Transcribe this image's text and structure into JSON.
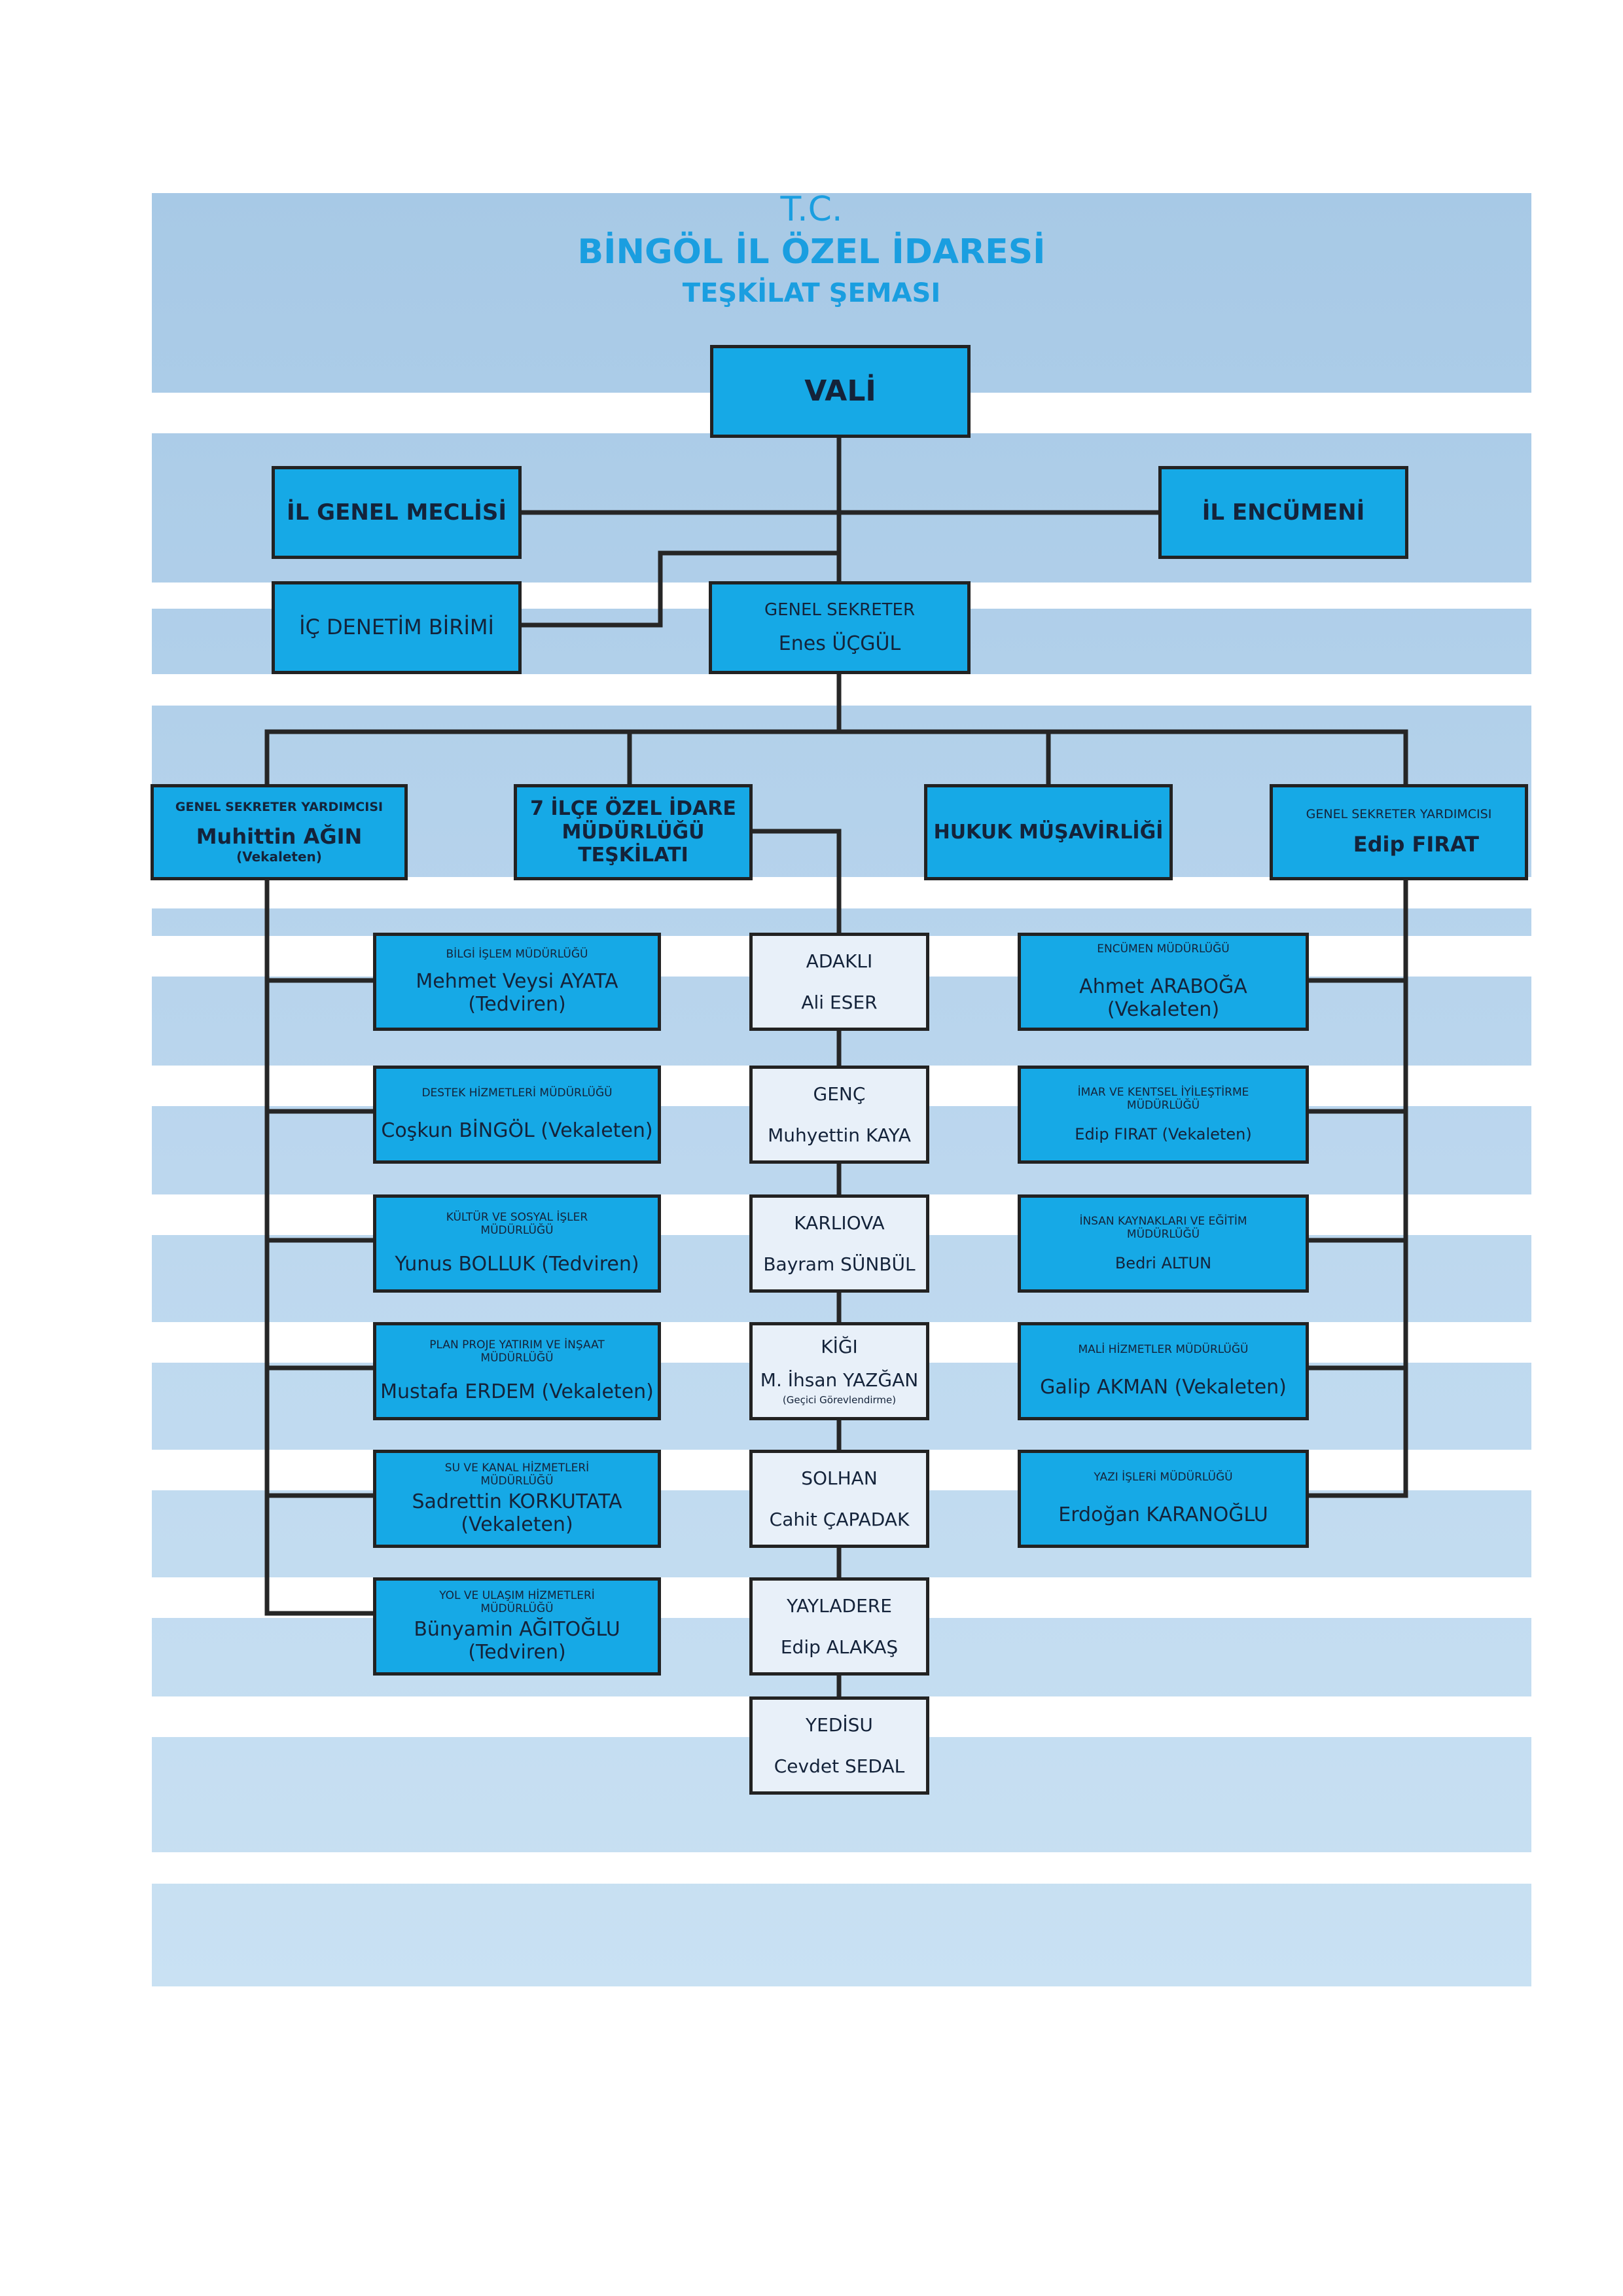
{
  "header": {
    "line1": "T.C.",
    "line2": "BİNGÖL İL ÖZEL İDARESİ",
    "line3": "TEŞKİLAT ŞEMASI"
  },
  "top": {
    "vali": "VALİ",
    "il_genel_meclisi": "İL GENEL MECLİSİ",
    "il_encumeni": "İL ENCÜMENİ",
    "ic_denetim": "İÇ DENETİM BİRİMİ",
    "genel_sekreter": {
      "title": "GENEL SEKRETER",
      "name": "Enes ÜÇGÜL"
    }
  },
  "level2": {
    "gsy_left": {
      "title": "GENEL SEKRETER YARDIMCISI",
      "name": "Muhittin AĞIN",
      "note": "(Vekaleten)"
    },
    "ilce": {
      "line1": "7 İLÇE ÖZEL İDARE",
      "line2": "MÜDÜRLÜĞÜ",
      "line3": "TEŞKİLATI"
    },
    "hukuk": "HUKUK MÜŞAVİRLİĞİ",
    "gsy_right": {
      "title": "GENEL SEKRETER YARDIMCISI",
      "name": "Edip FIRAT"
    }
  },
  "left_units": [
    {
      "title": [
        "BİLGİ İŞLEM MÜDÜRLÜĞÜ"
      ],
      "name": [
        "Mehmet Veysi AYATA",
        "(Tedviren)"
      ]
    },
    {
      "title": [
        "DESTEK HİZMETLERİ MÜDÜRLÜĞÜ"
      ],
      "name": [
        "Coşkun BİNGÖL (Vekaleten)"
      ]
    },
    {
      "title": [
        "KÜLTÜR VE SOSYAL İŞLER",
        "MÜDÜRLÜĞÜ"
      ],
      "name": [
        "Yunus BOLLUK (Tedviren)"
      ]
    },
    {
      "title": [
        "PLAN PROJE YATIRIM VE İNŞAAT",
        "MÜDÜRLÜĞÜ"
      ],
      "name": [
        "Mustafa ERDEM (Vekaleten)"
      ]
    },
    {
      "title": [
        "SU VE KANAL HİZMETLERİ",
        "MÜDÜRLÜĞÜ"
      ],
      "name": [
        "Sadrettin KORKUTATA",
        "(Vekaleten)"
      ]
    },
    {
      "title": [
        "YOL VE ULAŞIM HİZMETLERİ",
        "MÜDÜRLÜĞÜ"
      ],
      "name": [
        "Bünyamin AĞITOĞLU",
        "(Tedviren)"
      ]
    }
  ],
  "ilce_units": [
    {
      "district": "ADAKLI",
      "name": "Ali ESER",
      "note": ""
    },
    {
      "district": "GENÇ",
      "name": "Muhyettin KAYA",
      "note": ""
    },
    {
      "district": "KARLIOVA",
      "name": "Bayram SÜNBÜL",
      "note": ""
    },
    {
      "district": "KİĞI",
      "name": "M. İhsan YAZĞAN",
      "note": "(Geçici Görevlendirme)"
    },
    {
      "district": "SOLHAN",
      "name": "Cahit ÇAPADAK",
      "note": ""
    },
    {
      "district": "YAYLADERE",
      "name": "Edip ALAKAŞ",
      "note": ""
    },
    {
      "district": "YEDİSU",
      "name": "Cevdet SEDAL",
      "note": ""
    }
  ],
  "right_units": [
    {
      "title": [
        "ENCÜMEN MÜDÜRLÜĞÜ"
      ],
      "name": [
        "Ahmet ARABOĞA (Vekaleten)"
      ]
    },
    {
      "title": [
        "İMAR VE KENTSEL İYİLEŞTİRME",
        "MÜDÜRLÜĞÜ"
      ],
      "name": [
        "Edip FIRAT (Vekaleten)"
      ]
    },
    {
      "title": [
        "İNSAN KAYNAKLARI VE EĞİTİM",
        "MÜDÜRLÜĞÜ"
      ],
      "name": [
        "Bedri ALTUN"
      ]
    },
    {
      "title": [
        "MALİ HİZMETLER MÜDÜRLÜĞÜ"
      ],
      "name": [
        "Galip AKMAN (Vekaleten)"
      ]
    },
    {
      "title": [
        "YAZI İŞLERİ MÜDÜRLÜĞÜ"
      ],
      "name": [
        "Erdoğan KARANOĞLU"
      ]
    }
  ],
  "colors": {
    "box_blue": "#16a9e6",
    "box_light": "#e8f0f9",
    "title_blue": "#1a9ee0",
    "panel": "#a7c9e6"
  }
}
